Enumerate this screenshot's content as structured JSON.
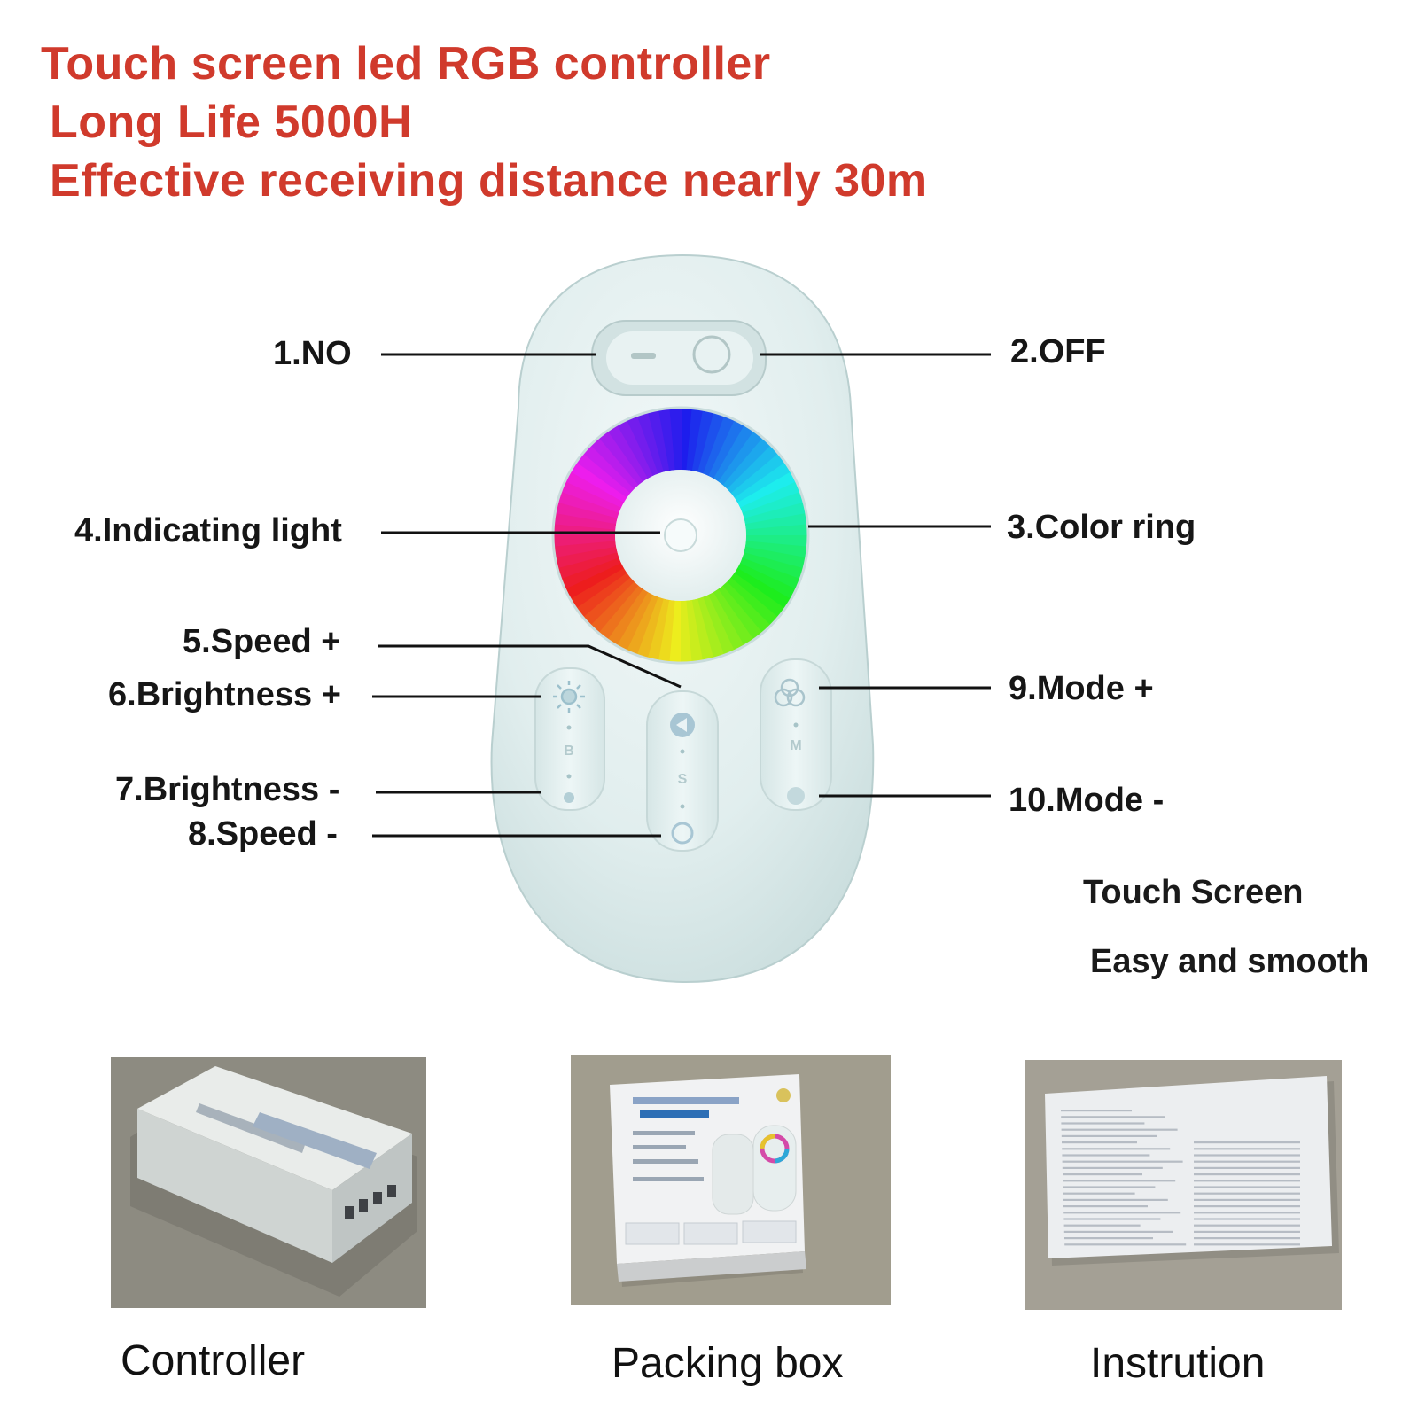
{
  "headline": {
    "line1": "Touch screen led RGB controller",
    "line2": "Long Life 5000H",
    "line3": "Effective receiving distance nearly 30m"
  },
  "callouts": {
    "on": "1.NO",
    "off": "2.OFF",
    "color_ring": "3.Color ring",
    "indicating_light": "4.Indicating light",
    "speed_plus": "5.Speed +",
    "brightness_plus": "6.Brightness +",
    "brightness_minus": "7.Brightness -",
    "speed_minus": "8.Speed -",
    "mode_plus": "9.Mode +",
    "mode_minus": "10.Mode -"
  },
  "feature": {
    "line1": "Touch Screen",
    "line2": "Easy and smooth"
  },
  "remote_keys": {
    "brightness": "B",
    "speed": "S",
    "mode": "M"
  },
  "captions": {
    "controller": "Controller",
    "packing_box": "Packing box",
    "instruction": "Instrution"
  },
  "colors": {
    "headline": "#d03a2c",
    "remote_body": "#e3efee",
    "leader_line": "#111111"
  }
}
